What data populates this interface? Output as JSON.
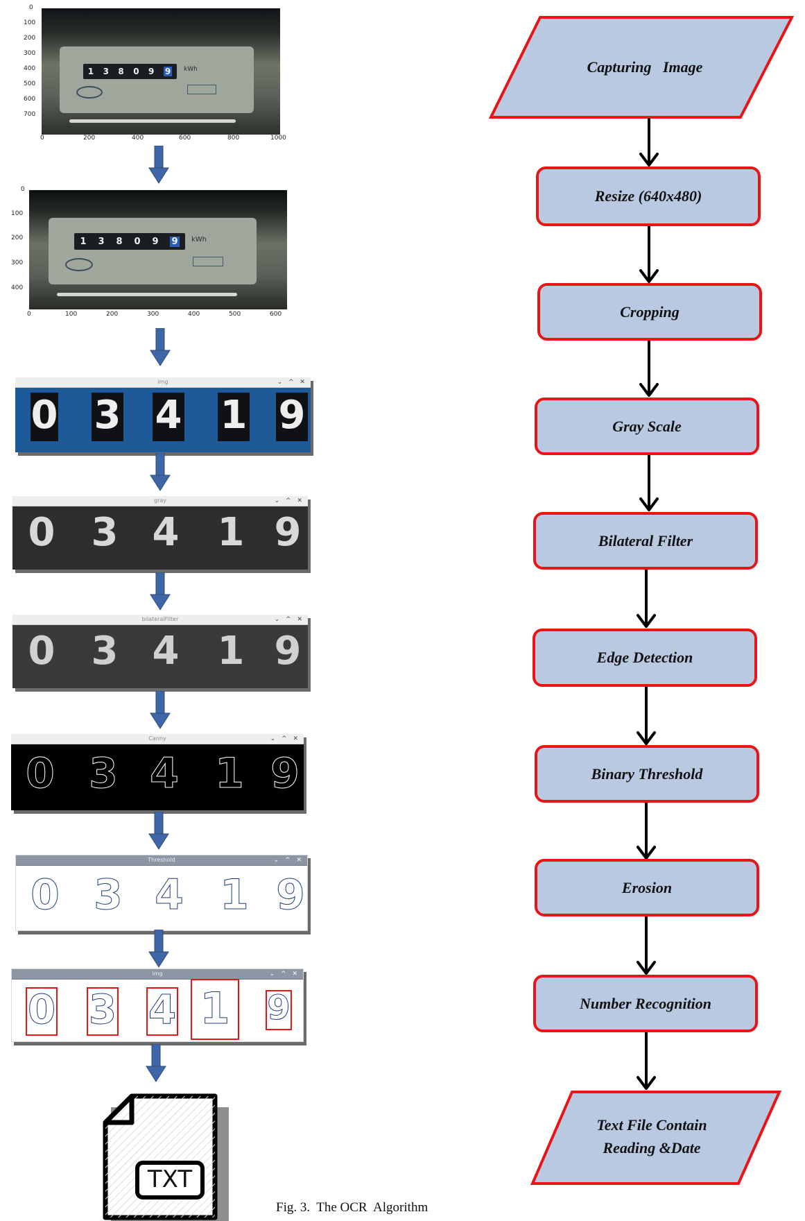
{
  "caption": "Fig. 3.  The OCR  Algorithm",
  "flowchart": {
    "start": "Capturing   Image",
    "steps": [
      "Resize (640x480)",
      "Cropping",
      "Gray Scale",
      "Bilateral Filter",
      "Edge Detection",
      "Binary Threshold",
      "Erosion",
      "Number Recognition"
    ],
    "end_line1": "Text File Contain",
    "end_line2": "Reading &Date"
  },
  "pipeline": {
    "photo1": {
      "y_ticks": [
        "0",
        "100",
        "200",
        "300",
        "400",
        "500",
        "600",
        "700"
      ],
      "x_ticks": [
        "0",
        "200",
        "400",
        "600",
        "800",
        "1000"
      ],
      "meter_digits": [
        "1",
        "3",
        "8",
        "0",
        "9",
        "9"
      ],
      "unit": "kWh"
    },
    "photo2": {
      "y_ticks": [
        "0",
        "100",
        "200",
        "300",
        "400"
      ],
      "x_ticks": [
        "0",
        "100",
        "200",
        "300",
        "400",
        "500",
        "600"
      ],
      "meter_digits": [
        "1",
        "3",
        "8",
        "0",
        "9",
        "9"
      ],
      "unit": "kWh"
    },
    "windows": [
      {
        "title": "img"
      },
      {
        "title": "gray"
      },
      {
        "title": "bilateralFilter"
      },
      {
        "title": "Canny"
      },
      {
        "title": "Threshold"
      },
      {
        "title": "img"
      }
    ],
    "digits": [
      "0",
      "3",
      "4",
      "1",
      "9"
    ],
    "window_controls": "⌄ ^ ✕",
    "file_label": "TXT"
  },
  "colors": {
    "flow_fill": "#b9c9e1",
    "flow_border": "#e81416",
    "arrow_blue": "#3f66a7"
  }
}
